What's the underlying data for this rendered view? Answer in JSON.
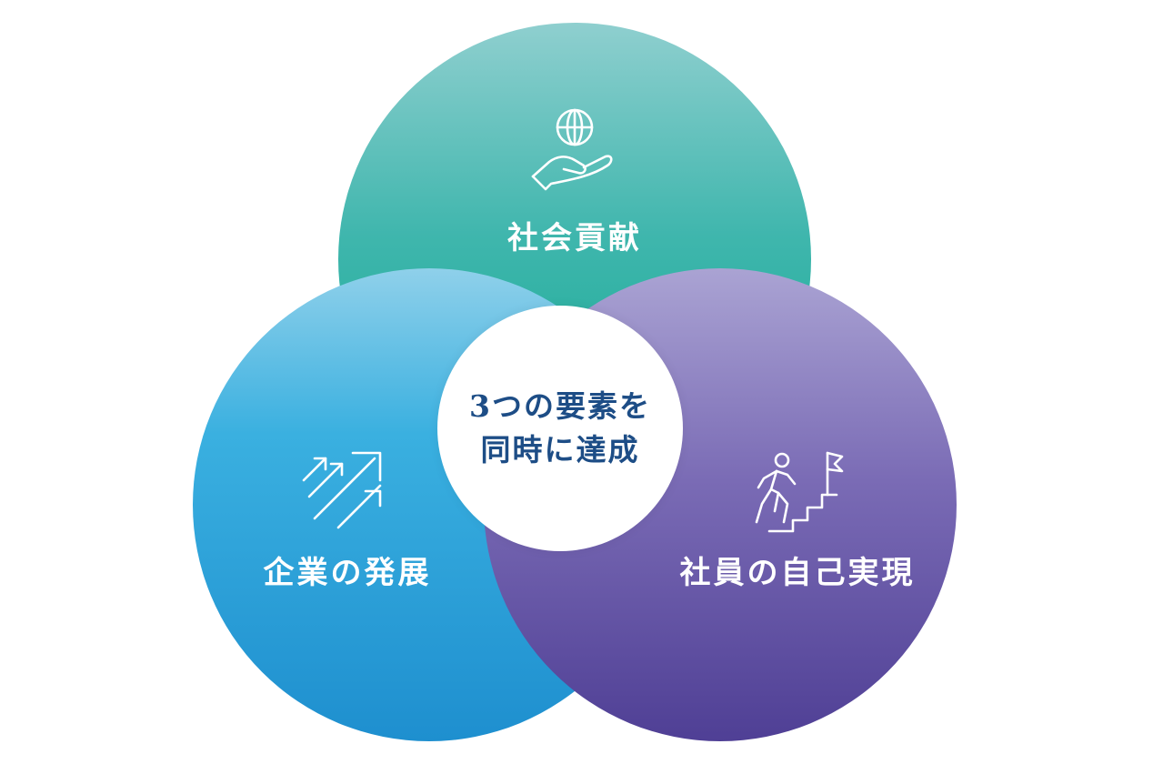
{
  "diagram": {
    "center": {
      "line1": "3つの要素を",
      "line2": "同時に達成",
      "color": "#1d4d86"
    },
    "circles": [
      {
        "id": "top",
        "label": "社会貢献",
        "icon": "globe-in-hand-icon",
        "color": "#2bb2a2"
      },
      {
        "id": "left",
        "label": "企業の発展",
        "icon": "growth-arrows-icon",
        "color": "#2a9fd8"
      },
      {
        "id": "right",
        "label": "社員の自己実現",
        "icon": "person-climbing-stairs-flag-icon",
        "color": "#6a5aa8"
      }
    ]
  }
}
